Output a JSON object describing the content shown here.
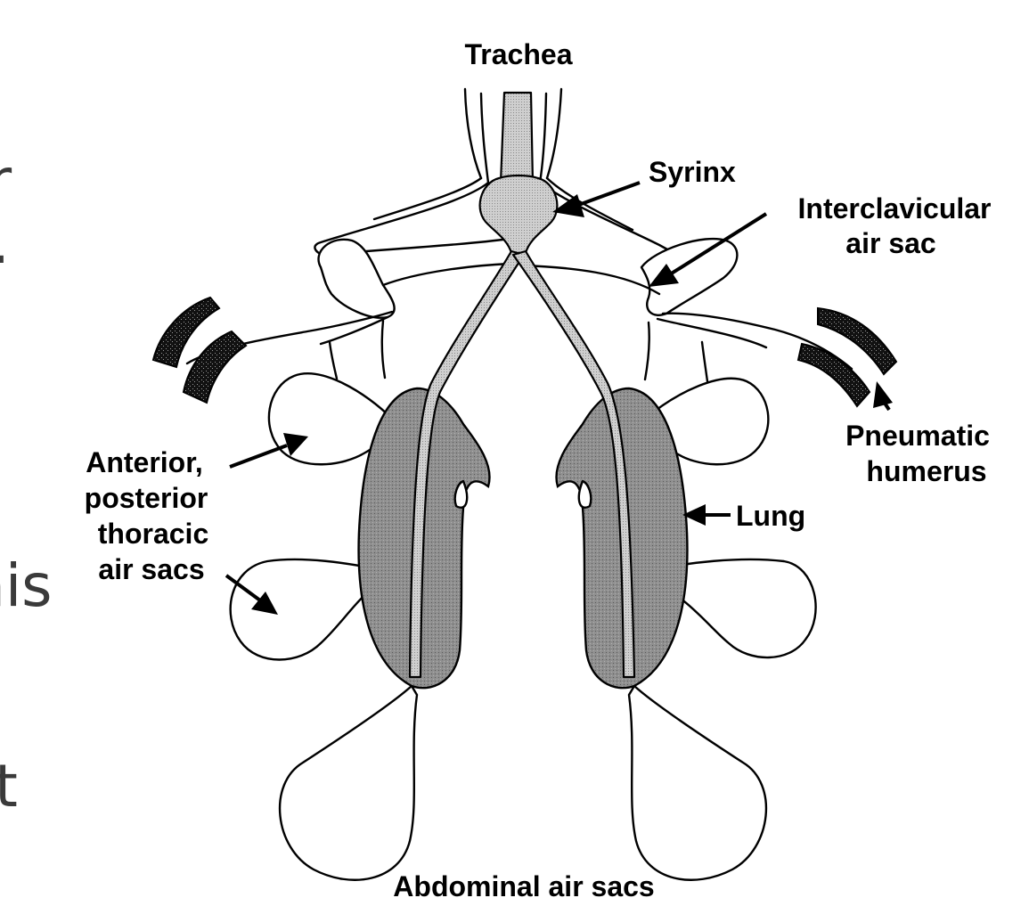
{
  "labels": {
    "trachea": "Trachea",
    "syrinx": "Syrinx",
    "interclavicular_line1": "Interclavicular",
    "interclavicular_line2": "air sac",
    "pneumatic_line1": "Pneumatic",
    "pneumatic_line2": "humerus",
    "lung": "Lung",
    "thoracic_line1": "Anterior,",
    "thoracic_line2": "posterior",
    "thoracic_line3": "thoracic",
    "thoracic_line4": "air sacs",
    "abdominal": "Abdominal air sacs"
  },
  "background_text": {
    "frag1": "r",
    "frag2": ".",
    "frag3": "his",
    "frag4": "t"
  },
  "colors": {
    "lung_fill": "#8c8c8c",
    "airway_fill": "#c8c8c8",
    "bone_fill": "#1a1a1a",
    "outline": "#000000"
  }
}
